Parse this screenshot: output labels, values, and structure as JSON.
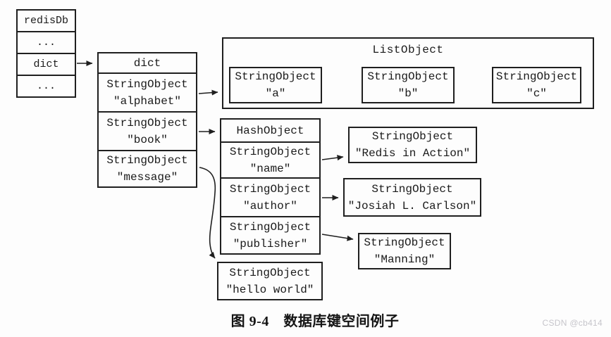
{
  "diagram": {
    "redisdb": {
      "cells": [
        "redisDb",
        "...",
        "dict",
        "..."
      ]
    },
    "dict_table": {
      "header": "dict",
      "rows": [
        {
          "type": "StringObject",
          "value": "\"alphabet\""
        },
        {
          "type": "StringObject",
          "value": "\"book\""
        },
        {
          "type": "StringObject",
          "value": "\"message\""
        }
      ]
    },
    "list_object": {
      "title": "ListObject",
      "items": [
        {
          "type": "StringObject",
          "value": "\"a\""
        },
        {
          "type": "StringObject",
          "value": "\"b\""
        },
        {
          "type": "StringObject",
          "value": "\"c\""
        }
      ]
    },
    "hash_object": {
      "header": "HashObject",
      "fields": [
        {
          "type": "StringObject",
          "value": "\"name\""
        },
        {
          "type": "StringObject",
          "value": "\"author\""
        },
        {
          "type": "StringObject",
          "value": "\"publisher\""
        }
      ]
    },
    "value_boxes": {
      "name_value": {
        "type": "StringObject",
        "value": "\"Redis in Action\""
      },
      "author_value": {
        "type": "StringObject",
        "value": "\"Josiah L. Carlson\""
      },
      "publisher_value": {
        "type": "StringObject",
        "value": "\"Manning\""
      },
      "message_value": {
        "type": "StringObject",
        "value": "\"hello world\""
      }
    },
    "caption": "图 9-4　数据库键空间例子",
    "watermark": "CSDN @cb414",
    "colors": {
      "line": "#1f1f1f",
      "background": "#fdfdfd",
      "watermark_color": "#c6c5cb"
    }
  }
}
